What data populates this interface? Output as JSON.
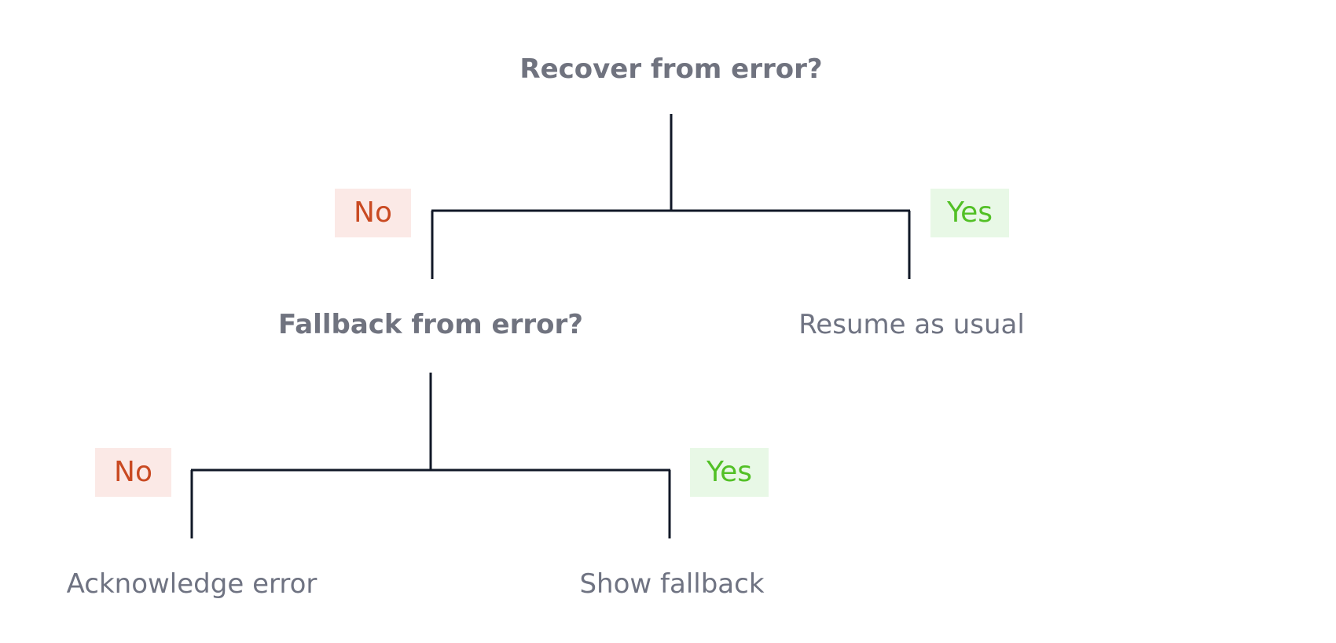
{
  "colors": {
    "background": "#ffffff",
    "text": "#6f7382",
    "line": "#111827",
    "no_background": "#fbe9e6",
    "no_text": "#c94a22",
    "yes_background": "#e8f8e6",
    "yes_text": "#52c026"
  },
  "tree": {
    "root": {
      "label": "Recover from error?"
    },
    "root_no": {
      "label": "No"
    },
    "root_yes": {
      "label": "Yes"
    },
    "fallback": {
      "label": "Fallback from error?"
    },
    "resume": {
      "label": "Resume as usual"
    },
    "fallback_no": {
      "label": "No"
    },
    "fallback_yes": {
      "label": "Yes"
    },
    "acknowledge": {
      "label": "Acknowledge error"
    },
    "show_fallback": {
      "label": "Show fallback"
    }
  }
}
